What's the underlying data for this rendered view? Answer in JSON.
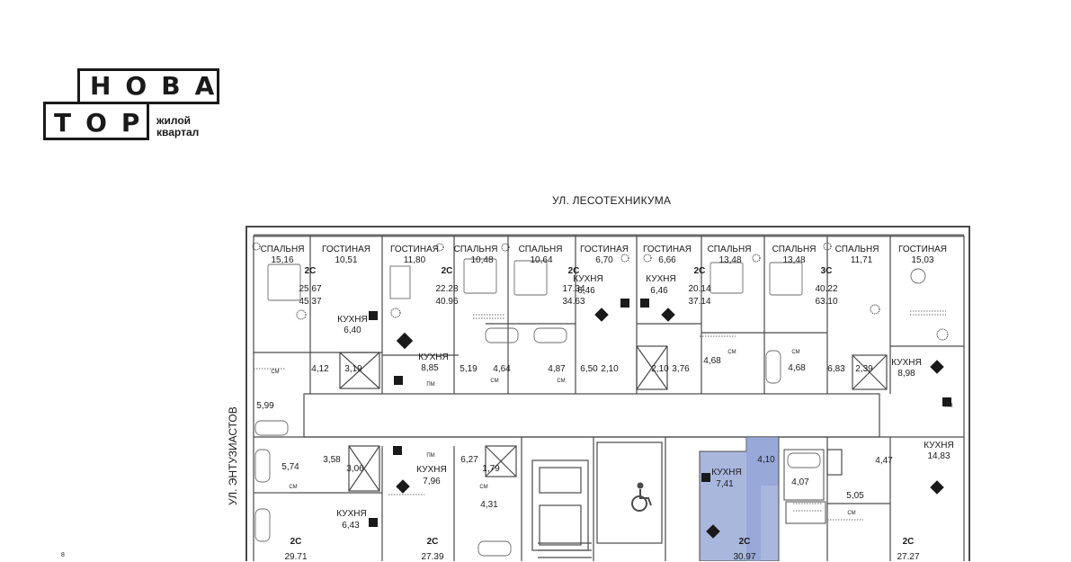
{
  "logo": {
    "line1": "НОВА",
    "line2": "ТОР",
    "subtitle_1": "жилой",
    "subtitle_2": "квартал"
  },
  "streets": {
    "top": "УЛ. ЛЕСОТЕХНИКУМА",
    "left": "УЛ. ЭНТУЗИАСТОВ"
  },
  "page_number": "8",
  "colors": {
    "highlight": "#a9b7dd",
    "highlight_dark": "#8b9dd4",
    "walls": "#4a4a4a"
  },
  "rooms": [
    {
      "id": "r1",
      "text": "СПАЛЬНЯ"
    },
    {
      "id": "r1v",
      "text": "15,16"
    },
    {
      "id": "r2",
      "text": "ГОСТИНАЯ"
    },
    {
      "id": "r2v",
      "text": "10,51"
    },
    {
      "id": "r3",
      "text": "ГОСТИНАЯ"
    },
    {
      "id": "r3v",
      "text": "11,80"
    },
    {
      "id": "r4",
      "text": "СПАЛЬНЯ"
    },
    {
      "id": "r4v",
      "text": "10,48"
    },
    {
      "id": "r5",
      "text": "СПАЛЬНЯ"
    },
    {
      "id": "r5v",
      "text": "10,64"
    },
    {
      "id": "r6",
      "text": "ГОСТИНАЯ"
    },
    {
      "id": "r6v",
      "text": "6,70"
    },
    {
      "id": "r7",
      "text": "ГОСТИНАЯ"
    },
    {
      "id": "r7v",
      "text": "6,66"
    },
    {
      "id": "r8",
      "text": "СПАЛЬНЯ"
    },
    {
      "id": "r8v",
      "text": "13,48"
    },
    {
      "id": "r9",
      "text": "СПАЛЬНЯ"
    },
    {
      "id": "r9v",
      "text": "13,48"
    },
    {
      "id": "r10",
      "text": "СПАЛЬНЯ"
    },
    {
      "id": "r10v",
      "text": "11,71"
    },
    {
      "id": "r11",
      "text": "ГОСТИНАЯ"
    },
    {
      "id": "r11v",
      "text": "15,03"
    },
    {
      "id": "k1",
      "text": "КУХНЯ"
    },
    {
      "id": "k1v",
      "text": "6,40"
    },
    {
      "id": "k2",
      "text": "КУХНЯ"
    },
    {
      "id": "k2v",
      "text": "8,85"
    },
    {
      "id": "k3",
      "text": "КУХНЯ"
    },
    {
      "id": "k3v",
      "text": "6,46"
    },
    {
      "id": "k4",
      "text": "КУХНЯ"
    },
    {
      "id": "k4v",
      "text": "6,46"
    },
    {
      "id": "k5",
      "text": "КУХНЯ"
    },
    {
      "id": "k5v",
      "text": "8,98"
    },
    {
      "id": "k6",
      "text": "КУХНЯ"
    },
    {
      "id": "k6v",
      "text": "14,83"
    },
    {
      "id": "k7",
      "text": "КУХНЯ"
    },
    {
      "id": "k7v",
      "text": "7,96"
    },
    {
      "id": "k8",
      "text": "КУХНЯ"
    },
    {
      "id": "k8v",
      "text": "7,41"
    },
    {
      "id": "k9",
      "text": "КУХНЯ"
    },
    {
      "id": "k9v",
      "text": "6,43"
    }
  ],
  "units": [
    {
      "type": "2С",
      "living": "25.67",
      "total": "45.37"
    },
    {
      "type": "2С",
      "living": "22.28",
      "total": "40.96"
    },
    {
      "type": "2С",
      "living": "17.34",
      "total": "34.63"
    },
    {
      "type": "2С",
      "living": "20.14",
      "total": "37.14"
    },
    {
      "type": "3С",
      "living": "40.22",
      "total": "63.10"
    }
  ],
  "units_bottom": [
    {
      "type": "2С",
      "total": "29.71"
    },
    {
      "type": "2С",
      "total": "27.39"
    },
    {
      "type": "2С",
      "total": "30.97"
    },
    {
      "type": "2С",
      "total": "27.27"
    }
  ],
  "areas": [
    "4,12",
    "3,19",
    "5,19",
    "4,64",
    "4,87",
    "6,50",
    "2,10",
    "2,10",
    "3,76",
    "4,68",
    "4,68",
    "6,83",
    "2,39",
    "5,99",
    "5,74",
    "3,58",
    "3,06",
    "6,27",
    "1,79",
    "4,31",
    "4,10",
    "4,07",
    "4,47",
    "5,05"
  ],
  "tags": {
    "cm": "СМ",
    "bm": "ПМ"
  }
}
